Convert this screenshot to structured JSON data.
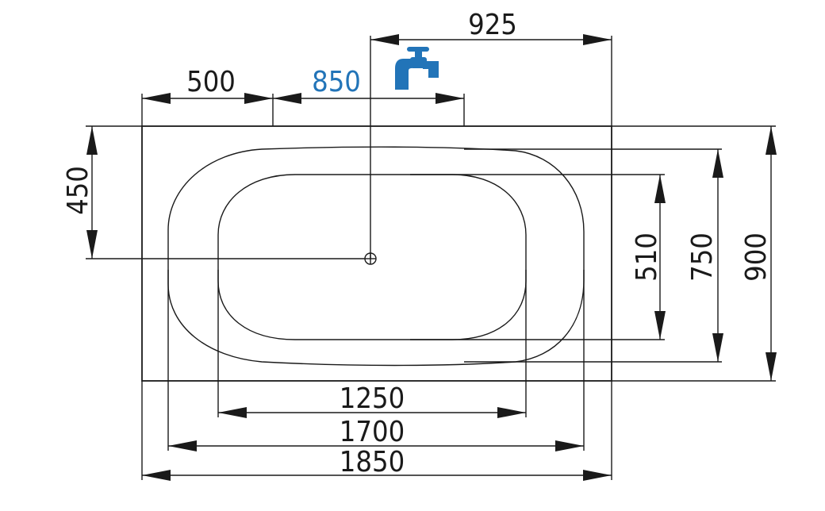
{
  "colors": {
    "line": "#1a1a1a",
    "accent": "#2274b8",
    "background": "#ffffff"
  },
  "icons": {
    "faucet": "faucet-icon",
    "drain": "drain-icon"
  },
  "dimensions": {
    "overall_length": "1850",
    "outer_bowl_length": "1700",
    "inner_bowl_length": "1250",
    "overall_width": "900",
    "outer_bowl_width": "750",
    "inner_bowl_width": "510",
    "drain_offset_from_edge": "450",
    "left_offset": "500",
    "faucet_zone": "850",
    "drain_to_right_edge": "925"
  }
}
